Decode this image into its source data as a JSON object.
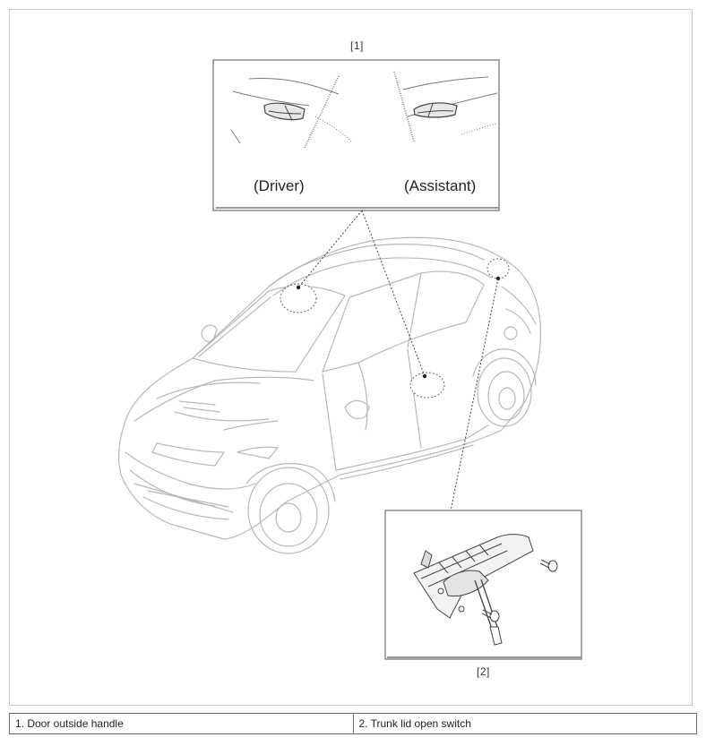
{
  "diagram": {
    "callouts": [
      {
        "id": "callout-1",
        "label": "[1]"
      },
      {
        "id": "callout-2",
        "label": "[2]"
      }
    ],
    "inset_1": {
      "left_caption": "(Driver)",
      "right_caption": "(Assistant)"
    }
  },
  "legend": {
    "items": [
      {
        "text": "1. Door outside handle"
      },
      {
        "text": "2. Trunk lid open switch"
      }
    ]
  },
  "colors": {
    "line_art": "#b5b5b5",
    "frame_border": "#6e6e6e",
    "callout_line": "#555555"
  }
}
